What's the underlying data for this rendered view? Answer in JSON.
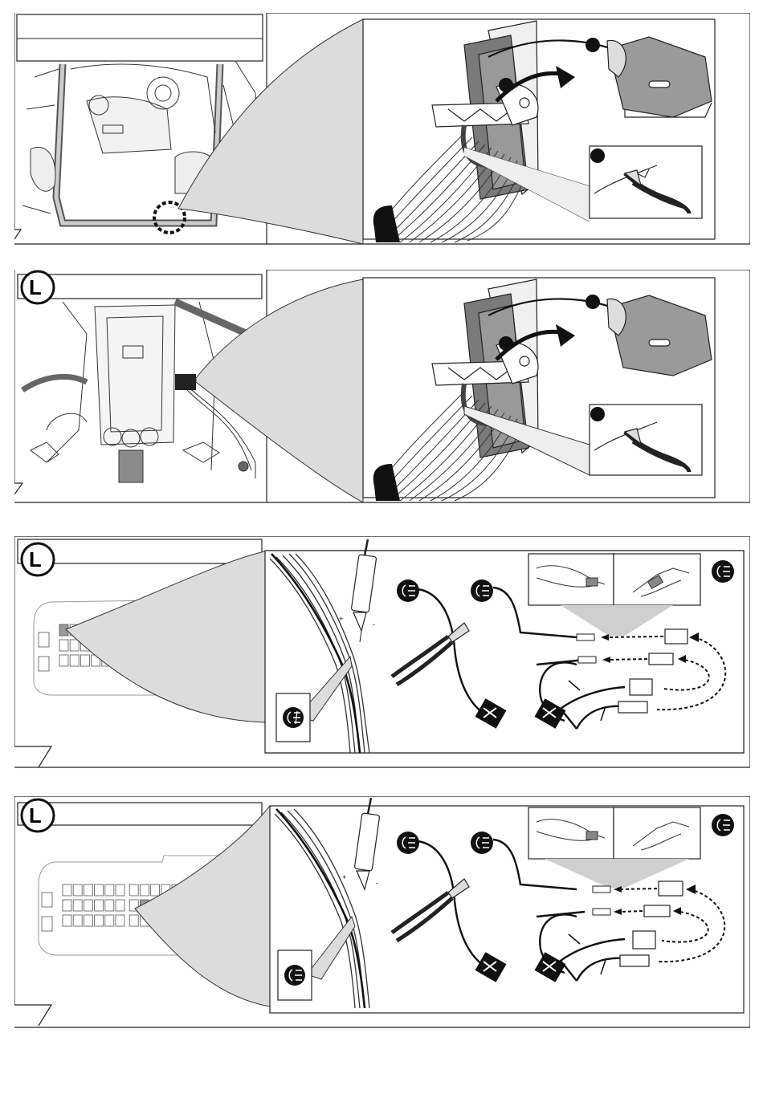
{
  "panels": [
    {
      "id": "step-1",
      "left_badge": "",
      "header_lines": [
        "",
        ""
      ],
      "callouts": [
        "",
        "",
        ""
      ]
    },
    {
      "id": "step-2",
      "left_badge": "L",
      "header_lines": [
        ""
      ],
      "callouts": [
        "",
        "",
        ""
      ]
    },
    {
      "id": "step-3",
      "left_badge": "L",
      "header_lines": [
        ""
      ],
      "highlighted_fuse": {
        "row": 1,
        "col": 1
      },
      "tester_marks": [
        "+",
        "-"
      ],
      "icon": "rear-fog-light-icon"
    },
    {
      "id": "step-4",
      "left_badge": "L",
      "header_lines": [
        ""
      ],
      "highlighted_fuse": {
        "row": 2,
        "col": 7
      },
      "tester_marks": [
        "+",
        "-"
      ],
      "icon": "rear-fog-light-icon"
    }
  ],
  "colors": {
    "line": "#1a1a1a",
    "shade": "#d9d9d9",
    "dark": "#6e6e6e",
    "highlight": "#9a9a9a"
  }
}
